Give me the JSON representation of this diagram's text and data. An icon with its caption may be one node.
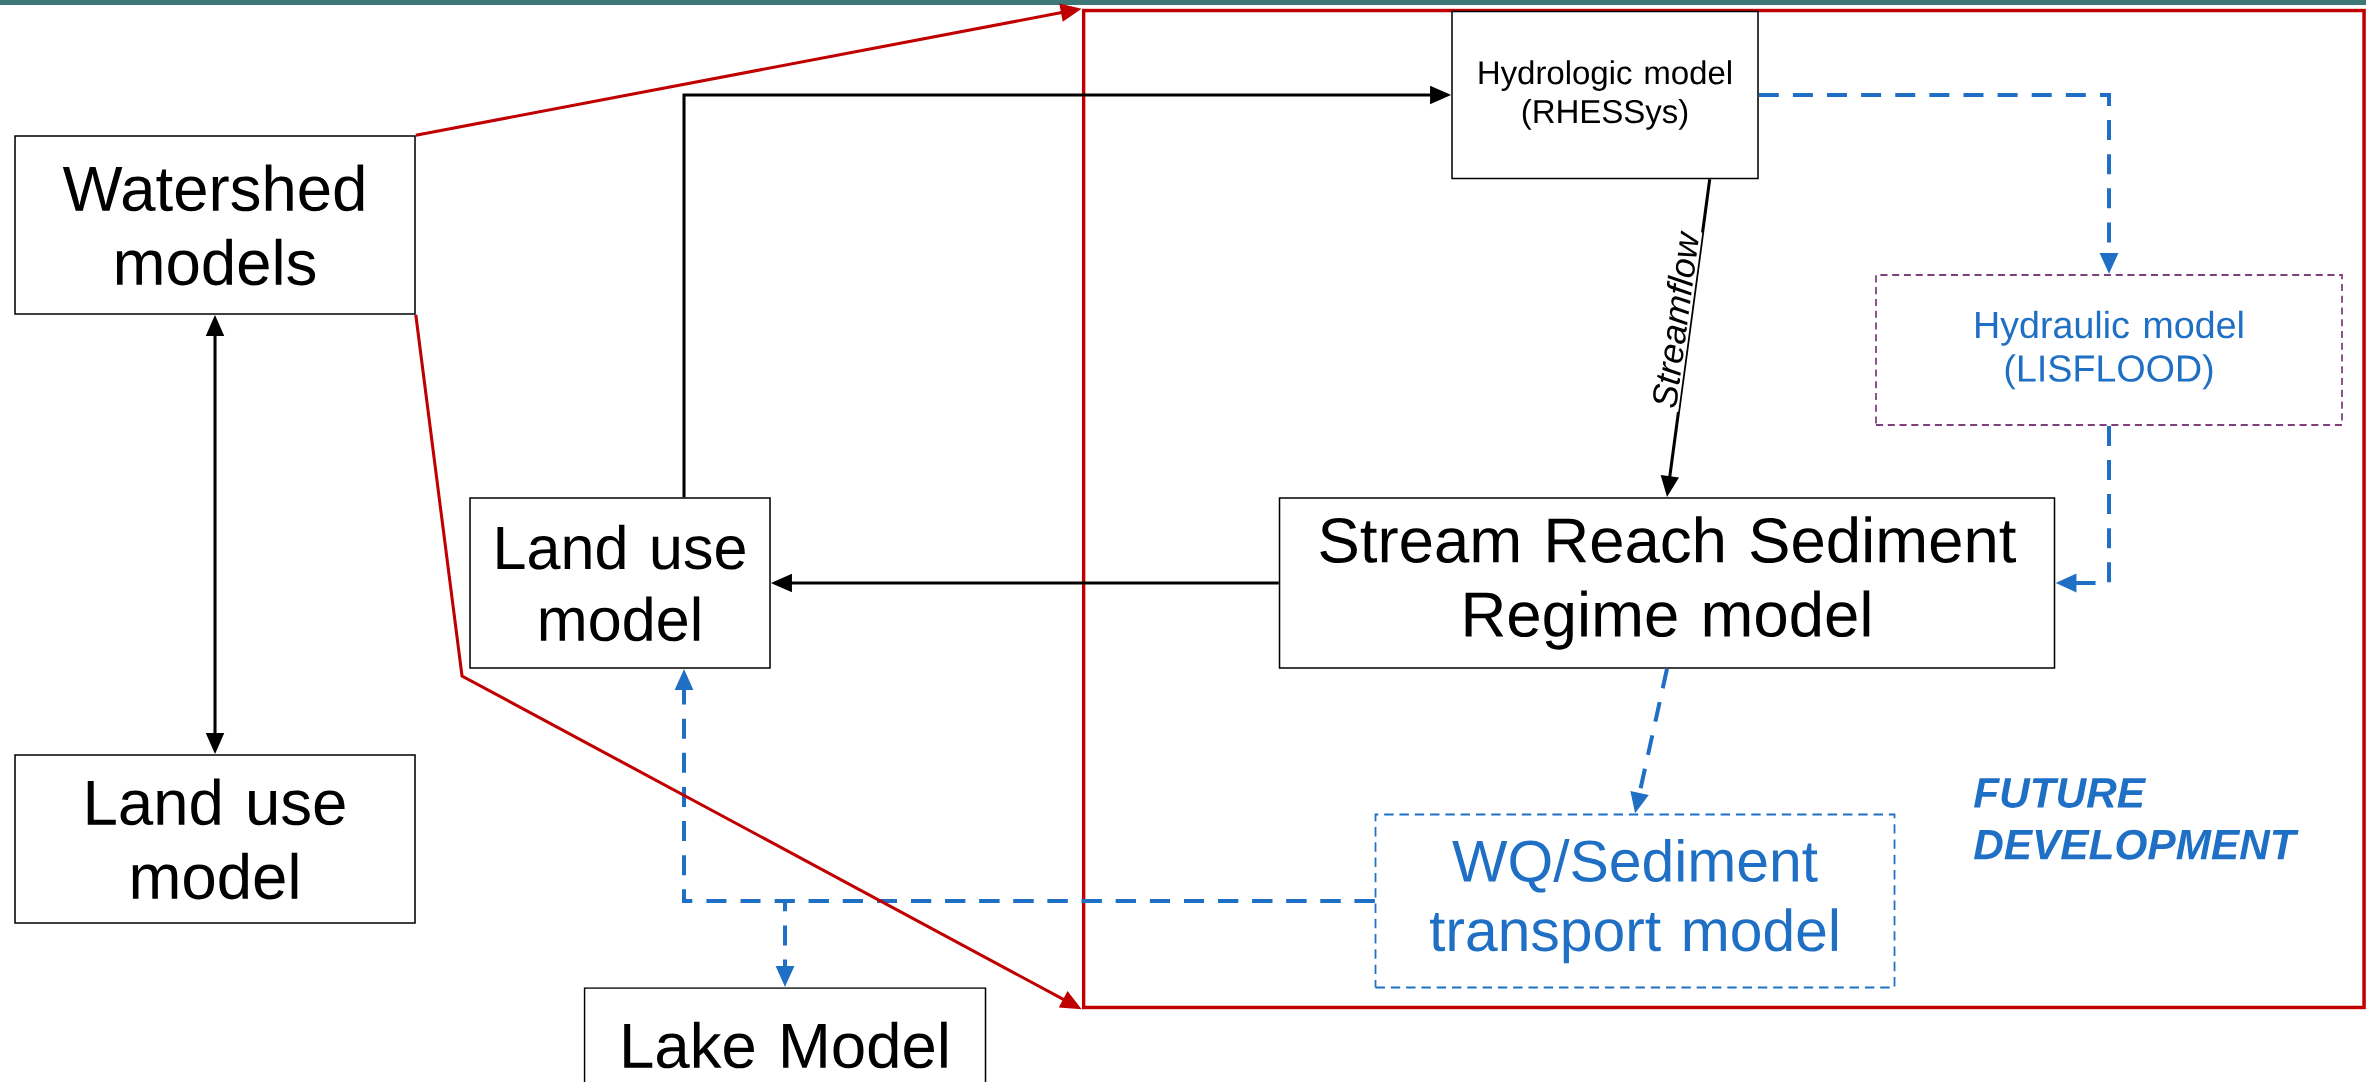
{
  "diagram": {
    "nodes": [
      {
        "text": [
          "Watershed models"
        ]
      },
      {
        "text": [
          "Land use model"
        ]
      },
      {
        "text": [
          "Land use model"
        ]
      },
      {
        "text": [],
        "shape": "box"
      },
      {
        "text": [
          "Hydrologic model (RHESSys)"
        ],
        "in": 3
      },
      {
        "text": [
          "Hydraulic model (LISFLOOD)"
        ],
        "in": 3
      },
      {
        "text": [
          "Stream Reach Sediment Regime model"
        ],
        "in": 3
      },
      {
        "text": [
          "WQ/Sediment transport model"
        ],
        "in": 3
      },
      {
        "text": [
          "Lake Model"
        ]
      }
    ],
    "edges": [
      {
        "from": 0,
        "to": 1,
        "arrow": "both",
        "color": "#000000"
      },
      {
        "from": 2,
        "to": 4,
        "arrow": "to",
        "color": "#000000"
      },
      {
        "from": 4,
        "to": 6,
        "arrow": "to",
        "label": "Streamflow",
        "color": "#000000"
      },
      {
        "from": 6,
        "to": 2,
        "arrow": "to",
        "color": "#000000"
      },
      {
        "from": 4,
        "to": 5,
        "arrow": "to",
        "style": "dashed"
      },
      {
        "from": 5,
        "to": 6,
        "arrow": "to",
        "style": "dashed"
      },
      {
        "from": 6,
        "to": 7,
        "arrow": "to",
        "style": "dashed"
      },
      {
        "from": 7,
        "to": 2,
        "arrow": "to",
        "style": "dashed"
      },
      {
        "from": 7,
        "to": 8,
        "arrow": "to",
        "style": "dashed"
      },
      {
        "from": 0,
        "to": 3,
        "arrow": "to",
        "color": "#c00000"
      },
      {
        "from": 0,
        "to": 3,
        "arrow": "to",
        "color": "#c00000"
      }
    ],
    "labels": [
      "FUTURE DEVELOPMENT"
    ]
  }
}
